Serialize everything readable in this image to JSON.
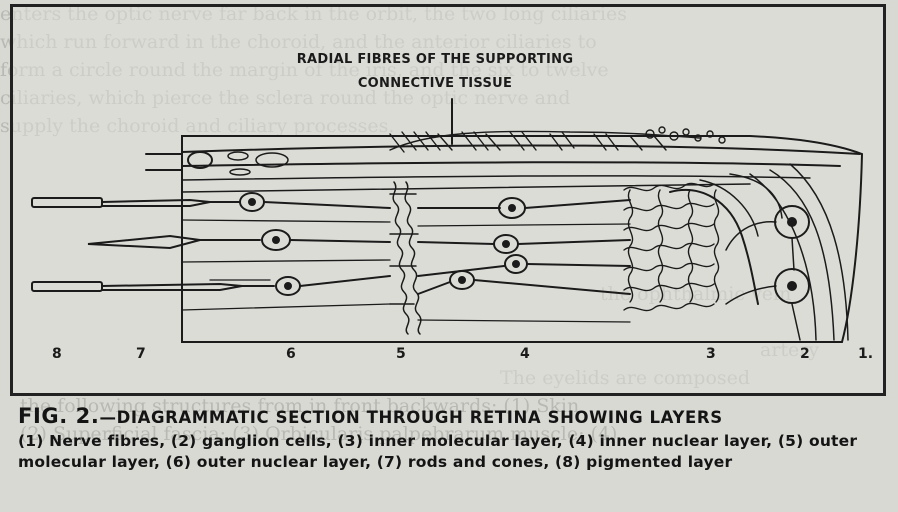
{
  "diagram": {
    "title_line1": "RADIAL FIBRES OF THE SUPPORTING",
    "title_line2": "CONNECTIVE TISSUE",
    "layer_numbers": [
      "8",
      "7",
      "6",
      "5",
      "4",
      "3",
      "2",
      "1."
    ]
  },
  "caption": {
    "heading_fig": "FIG. 2.",
    "heading_rest": "—DIAGRAMMATIC SECTION THROUGH RETINA SHOWING LAYERS",
    "body": "(1) Nerve fibres, (2) ganglion cells, (3) inner molecular layer, (4) inner nuclear layer, (5) outer molecular layer, (6) outer nuclear layer, (7) rods and cones, (8) pigmented layer"
  },
  "background_text": [
    "enters the optic nerve far back in the orbit, the two long ciliaries",
    "which run forward in the choroid, and the anterior ciliaries to",
    "form a circle round the margin of the iris, and the six to twelve",
    "ciliaries, which pierce the sclera round the optic nerve and",
    "supply the choroid and ciliary processes.",
    "",
    "",
    "",
    "",
    "",
    "the ophthalmic vein",
    "",
    "artery",
    "The eyelids are composed",
    "the following structures from in front backwards: (1) Skin",
    "(2) Superficial fascia; (3) Orbicularis palpebrarum muscle; (4)"
  ],
  "colors": {
    "ink": "#1b1b1b",
    "page": "#d9d9d4",
    "ghost_text": "#b9b9b3"
  }
}
